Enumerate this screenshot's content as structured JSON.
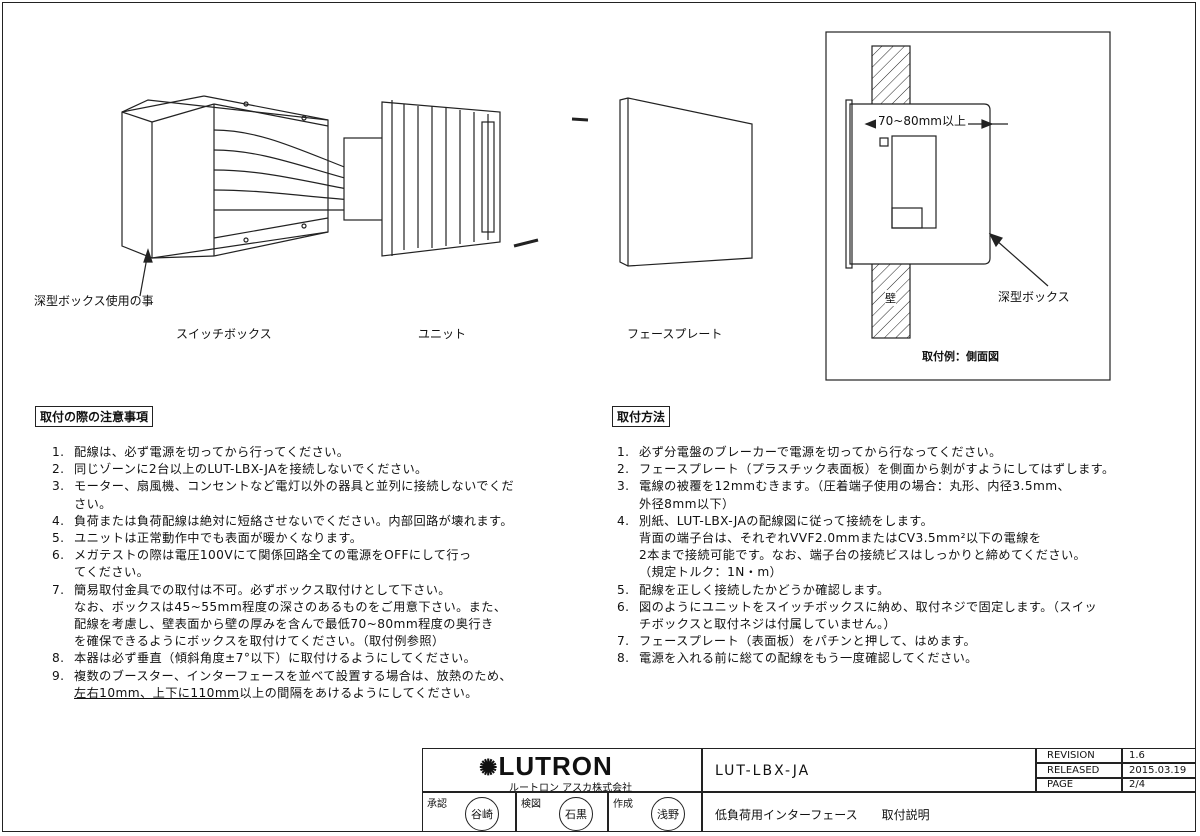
{
  "figure": {
    "captions": {
      "switch_box": "スイッチボックス",
      "unit": "ユニット",
      "face_plate": "フェースプレート",
      "deep_box_note": "深型ボックス使用の事"
    },
    "side_view": {
      "dimension": "70~80mm以上",
      "wall": "壁",
      "deep_box": "深型ボックス",
      "caption": "取付例：側面図"
    }
  },
  "precautions": {
    "heading": "取付の際の注意事項",
    "items": [
      {
        "num": "1.",
        "lines": [
          "配線は、必ず電源を切ってから行ってください。"
        ]
      },
      {
        "num": "2.",
        "lines": [
          "同じゾーンに2台以上のLUT-LBX-JAを接続しないでください。"
        ]
      },
      {
        "num": "3.",
        "lines": [
          "モーター、扇風機、コンセントなど電灯以外の器具と並列に接続しないでくだ",
          "さい。"
        ]
      },
      {
        "num": "4.",
        "lines": [
          "負荷または負荷配線は絶対に短絡させないでください。内部回路が壊れます。"
        ]
      },
      {
        "num": "5.",
        "lines": [
          "ユニットは正常動作中でも表面が暖かくなります。"
        ]
      },
      {
        "num": "6.",
        "lines": [
          "メガテストの際は電圧100Vにて関係回路全ての電源をOFFにして行っ",
          "てください。"
        ]
      },
      {
        "num": "7.",
        "lines": [
          "簡易取付金具での取付は不可。必ずボックス取付けとして下さい。",
          "なお、ボックスは45~55mm程度の深さのあるものをご用意下さい。また、",
          "配線を考慮し、壁表面から壁の厚みを含んで最低70~80mm程度の奥行き",
          "を確保できるようにボックスを取付けてください。（取付例参照）"
        ]
      },
      {
        "num": "8.",
        "lines": [
          "本器は必ず垂直（傾斜角度±7°以下）に取付けるようにしてください。"
        ]
      },
      {
        "num": "9.",
        "lines": [
          "複数のブースター、インターフェースを並べて設置する場合は、放熱のため、"
        ]
      }
    ],
    "last_line_underlined": "左右10mm、上下に110mm",
    "last_line_rest": "以上の間隔をあけるようにしてください。"
  },
  "installation": {
    "heading": "取付方法",
    "items": [
      {
        "num": "1.",
        "lines": [
          "必ず分電盤のブレーカーで電源を切ってから行なってください。"
        ]
      },
      {
        "num": "2.",
        "lines": [
          "フェースプレート（プラスチック表面板）を側面から剝がすようにしてはずします。"
        ]
      },
      {
        "num": "3.",
        "lines": [
          "電線の被覆を12mmむきます。（圧着端子使用の場合：丸形、内径3.5mm、",
          "外径8mm以下）"
        ]
      },
      {
        "num": "4.",
        "lines": [
          "別紙、LUT-LBX-JAの配線図に従って接続をします。",
          "背面の端子台は、それぞれVVF2.0mmまたはCV3.5mm²以下の電線を",
          "2本まで接続可能です。なお、端子台の接続ビスはしっかりと締めてください。",
          "（規定トルク：1N・m）"
        ]
      },
      {
        "num": "5.",
        "lines": [
          "配線を正しく接続したかどうか確認します。"
        ]
      },
      {
        "num": "6.",
        "lines": [
          "図のようにユニットをスイッチボックスに納め、取付ネジで固定します。（スイッ",
          "チボックスと取付ネジは付属していません。）"
        ]
      },
      {
        "num": "7.",
        "lines": [
          "フェースプレート（表面板）をパチンと押して、はめます。"
        ]
      },
      {
        "num": "8.",
        "lines": [
          "電源を入れる前に総ての配線をもう一度確認してください。"
        ]
      }
    ]
  },
  "title_block": {
    "logo_text": "LUTRON",
    "company": "ルートロン アスカ株式会社",
    "model": "LUT-LBX-JA",
    "doc_title": "低負荷用インターフェース　　取付説明",
    "revision_label": "REVISION",
    "revision_value": "1.6",
    "released_label": "RELEASED",
    "released_value": "2015.03.19",
    "page_label": "PAGE",
    "page_value": "2/4",
    "approved_label": "承認",
    "approved_by": "谷崎",
    "checked_label": "検図",
    "checked_by": "石黒",
    "drawn_label": "作成",
    "drawn_by": "浅野"
  }
}
